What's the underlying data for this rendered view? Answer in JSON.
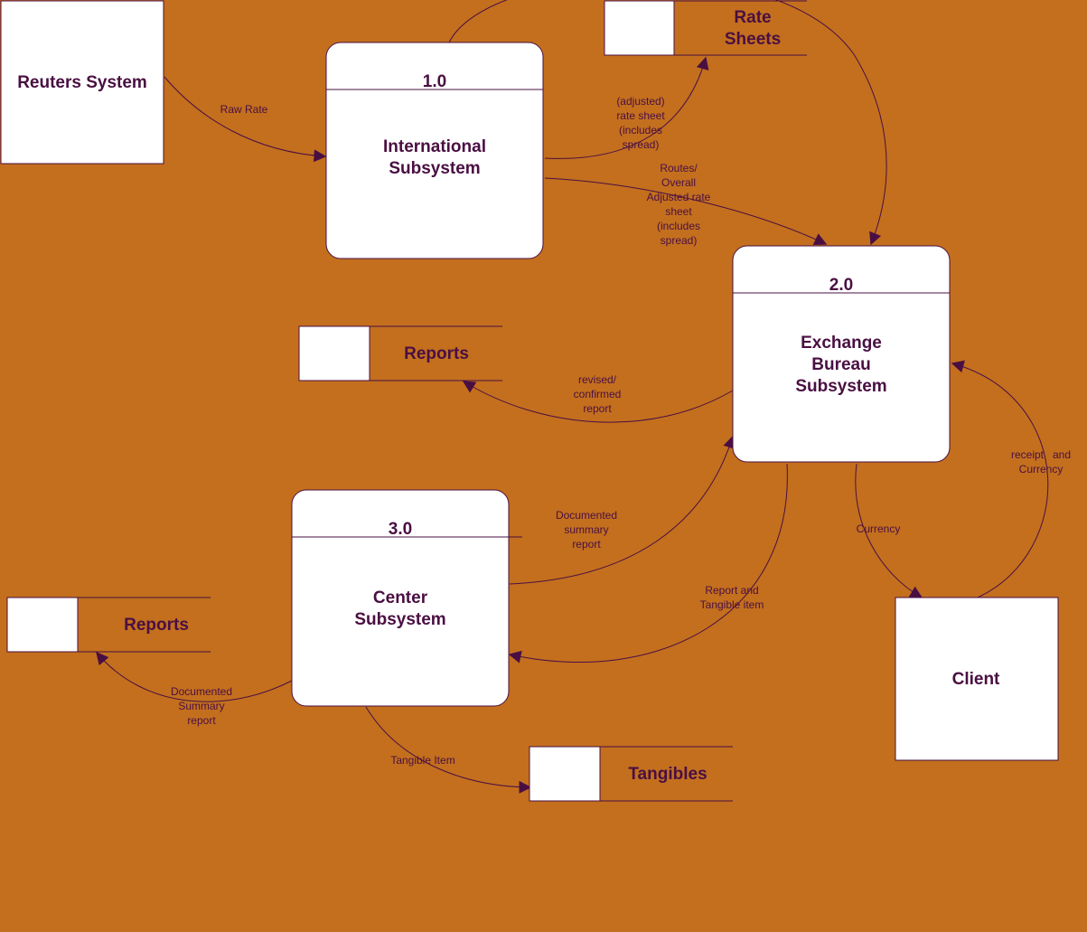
{
  "entities": {
    "reuters": "Reuters System",
    "client": "Client"
  },
  "processes": {
    "p1": {
      "number": "1.0",
      "name": [
        "International",
        "Subsystem"
      ]
    },
    "p2": {
      "number": "2.0",
      "name": [
        "Exchange",
        "Bureau",
        "Subsystem"
      ]
    },
    "p3": {
      "number": "3.0",
      "name": [
        "Center",
        "Subsystem"
      ]
    }
  },
  "stores": {
    "rate_sheets": [
      "Rate",
      "Sheets"
    ],
    "reports_mid": "Reports",
    "reports_left": "Reports",
    "tangibles": "Tangibles"
  },
  "flows": {
    "raw_rate": [
      "Raw Rate"
    ],
    "adjusted_rate_sheet": [
      "(adjusted)",
      "rate sheet",
      "(includes",
      "spread)"
    ],
    "routes_overall": [
      "Routes/",
      "Overall",
      "Adjusted rate",
      "sheet",
      "(includes",
      "spread)"
    ],
    "revised_report": [
      "revised/",
      "confirmed",
      "report"
    ],
    "receipt_currency": [
      "receipt   and",
      "Currency"
    ],
    "currency": [
      "Currency"
    ],
    "documented_summary_up": [
      "Documented",
      "summary",
      "report"
    ],
    "report_tangible": [
      "Report and",
      "Tangible item"
    ],
    "documented_summary_left": [
      "Documented",
      "Summary",
      "report"
    ],
    "tangible_item": [
      "Tangible Item"
    ]
  },
  "colors": {
    "background": "#C36F1E",
    "ink": "#4A0F42",
    "box_fill": "#FFFFFF"
  }
}
